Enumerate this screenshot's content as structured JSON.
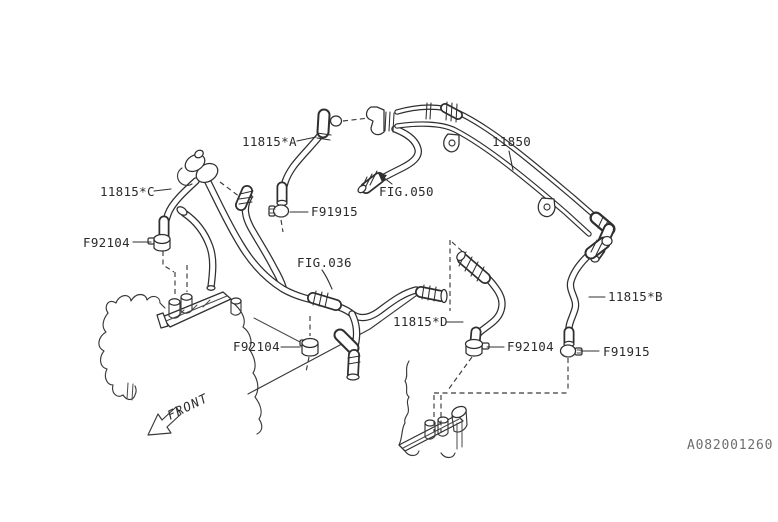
{
  "diagram": {
    "callouts": {
      "hose_a": "11815*A",
      "hose_b": "11815*B",
      "hose_c": "11815*C",
      "hose_d": "11815*D",
      "pipe": "11850",
      "clamp_f92104": "F92104",
      "clamp_f91915": "F91915"
    },
    "figure_refs": {
      "fig_050": "FIG.050",
      "fig_036": "FIG.036"
    },
    "front_label": "FRONT",
    "diagram_id": "A082001260",
    "colors": {
      "line": "#2f2f2f",
      "id_text": "#6e6e6e",
      "background": "#ffffff"
    }
  }
}
